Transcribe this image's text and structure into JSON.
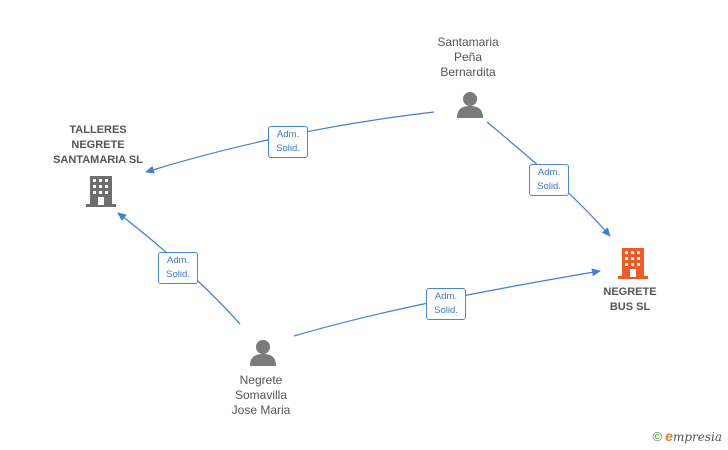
{
  "nodes": {
    "person_top": {
      "label": "Santamaria\nPeña\nBernardita",
      "icon": "person-icon"
    },
    "person_bottom": {
      "label": "Negrete\nSomavilla\nJose Maria",
      "icon": "person-icon"
    },
    "company_left": {
      "label": "TALLERES\nNEGRETE\nSANTAMARIA SL",
      "icon": "building-icon"
    },
    "company_right": {
      "label": "NEGRETE\nBUS  SL",
      "icon": "building-icon"
    }
  },
  "edges": [
    {
      "from": "person_top",
      "to": "company_left",
      "line1": "Adm.",
      "line2": "Solid."
    },
    {
      "from": "person_top",
      "to": "company_right",
      "line1": "Adm.",
      "line2": "Solid."
    },
    {
      "from": "person_bottom",
      "to": "company_left",
      "line1": "Adm.",
      "line2": "Solid."
    },
    {
      "from": "person_bottom",
      "to": "company_right",
      "line1": "Adm.",
      "line2": "Solid."
    }
  ],
  "colors": {
    "edge": "#3f7fd4",
    "person_icon": "#7a7a7a",
    "company_icon": "#6e6e6e",
    "company_highlight": "#f05a28"
  },
  "brand": {
    "copyright": "©",
    "initial": "e",
    "rest": "mpresia"
  }
}
